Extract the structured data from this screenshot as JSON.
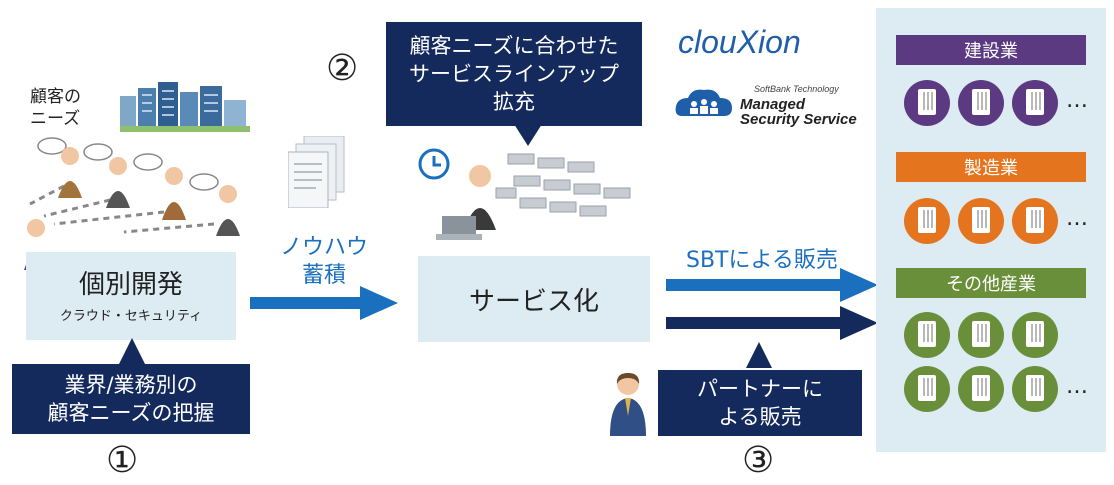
{
  "step1": {
    "needs_label_line1": "顧客の",
    "needs_label_line2": "ニーズ",
    "box_title": "個別開発",
    "box_subtitle": "クラウド・セキュリティ",
    "navy_line1": "業界/業務別の",
    "navy_line2": "顧客ニーズの把握",
    "number": "①"
  },
  "arrow1": {
    "line1": "ノウハウ",
    "line2": "蓄積"
  },
  "step2": {
    "number": "②",
    "navy_line1": "顧客ニーズに合わせた",
    "navy_line2": "サービスラインアップ",
    "navy_line3": "拡充",
    "box_title": "サービス化"
  },
  "logos": {
    "cloud_brand": "clouXion",
    "mss_small": "SoftBank Technology",
    "mss_line1": "Managed",
    "mss_line2": "Security Service"
  },
  "step3": {
    "sbt_label": "SBTによる販売",
    "partner_line1": "パートナーに",
    "partner_line2": "よる販売",
    "number": "③"
  },
  "industries": [
    {
      "label": "建設業",
      "color": "#5b3a82"
    },
    {
      "label": "製造業",
      "color": "#e5741e"
    },
    {
      "label": "その他産業",
      "color": "#6a8f3a"
    }
  ],
  "ellipsis": "…",
  "colors": {
    "arrow_blue": "#1b6fbf",
    "navy": "#142a5c",
    "light_box": "#ddebf3"
  }
}
